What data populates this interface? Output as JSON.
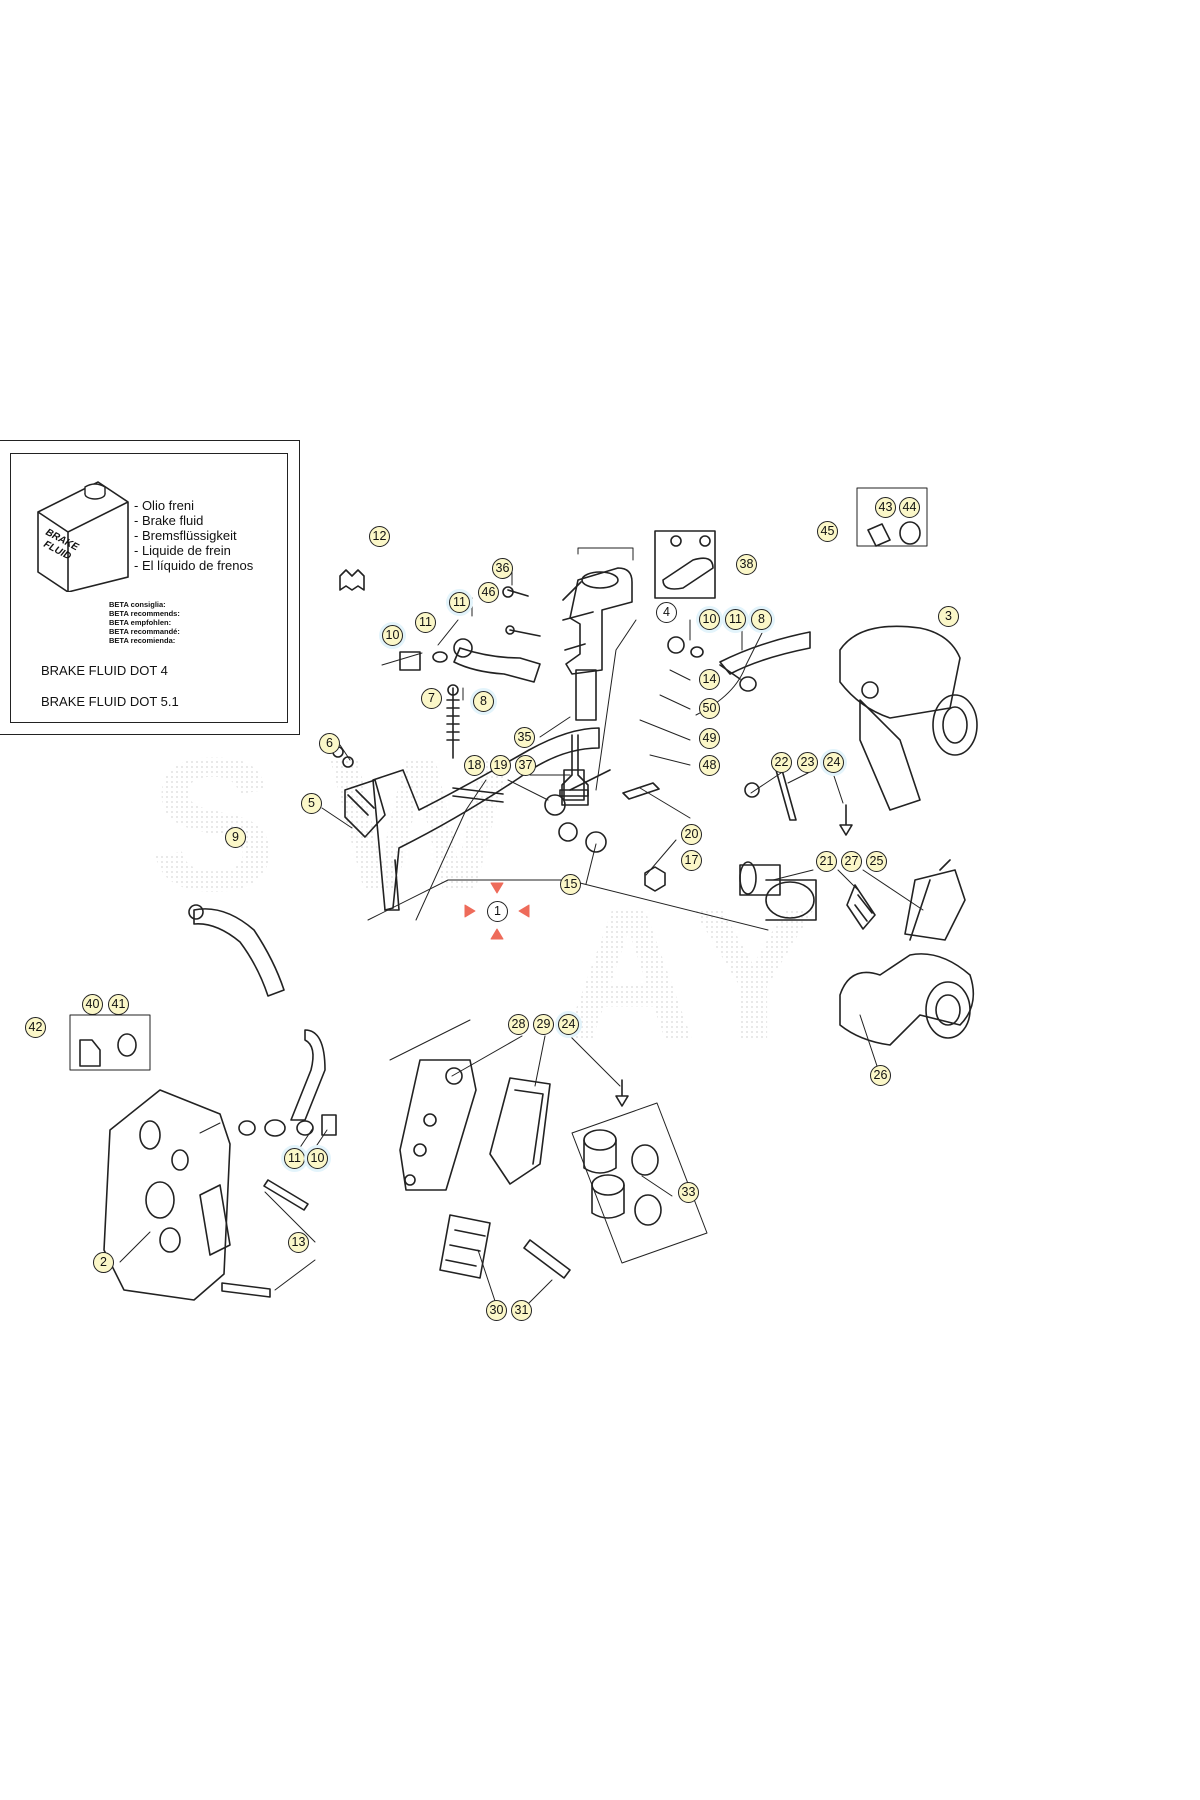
{
  "legend": {
    "can_label": [
      "BRAKE",
      "FLUID"
    ],
    "lines": [
      "- Olio freni",
      "- Brake fluid",
      "- Bremsflüssigkeit",
      "- Liquide de frein",
      "- El líquido de frenos"
    ],
    "beta_lines": [
      "BETA consiglia:",
      "BETA recommends:",
      "BETA empfohlen:",
      "BETA recommandé:",
      "BETA recomienda:"
    ],
    "fluid_spec_1": "BRAKE FLUID DOT 4",
    "fluid_spec_2": "BRAKE FLUID DOT 5.1"
  },
  "watermark": [
    "S",
    "W",
    "A",
    "Y"
  ],
  "colors": {
    "callout_fill": "#fbf7c8",
    "callout_halo": "#e3f4fb",
    "marker": "#ee6b5a",
    "ink": "#222222"
  },
  "callouts": [
    {
      "n": "12"
    },
    {
      "n": "36"
    },
    {
      "n": "46"
    },
    {
      "n": "11"
    },
    {
      "n": "11"
    },
    {
      "n": "10"
    },
    {
      "n": "7"
    },
    {
      "n": "8"
    },
    {
      "n": "4"
    },
    {
      "n": "10"
    },
    {
      "n": "11"
    },
    {
      "n": "8"
    },
    {
      "n": "38"
    },
    {
      "n": "45"
    },
    {
      "n": "43"
    },
    {
      "n": "44"
    },
    {
      "n": "3"
    },
    {
      "n": "14"
    },
    {
      "n": "50"
    },
    {
      "n": "49"
    },
    {
      "n": "48"
    },
    {
      "n": "35"
    },
    {
      "n": "18"
    },
    {
      "n": "19"
    },
    {
      "n": "37"
    },
    {
      "n": "6"
    },
    {
      "n": "5"
    },
    {
      "n": "9"
    },
    {
      "n": "20"
    },
    {
      "n": "17"
    },
    {
      "n": "15"
    },
    {
      "n": "1"
    },
    {
      "n": "22"
    },
    {
      "n": "23"
    },
    {
      "n": "24"
    },
    {
      "n": "21"
    },
    {
      "n": "27"
    },
    {
      "n": "25"
    },
    {
      "n": "26"
    },
    {
      "n": "42"
    },
    {
      "n": "40"
    },
    {
      "n": "41"
    },
    {
      "n": "28"
    },
    {
      "n": "29"
    },
    {
      "n": "24"
    },
    {
      "n": "11"
    },
    {
      "n": "10"
    },
    {
      "n": "13"
    },
    {
      "n": "2"
    },
    {
      "n": "33"
    },
    {
      "n": "30"
    },
    {
      "n": "31"
    }
  ]
}
